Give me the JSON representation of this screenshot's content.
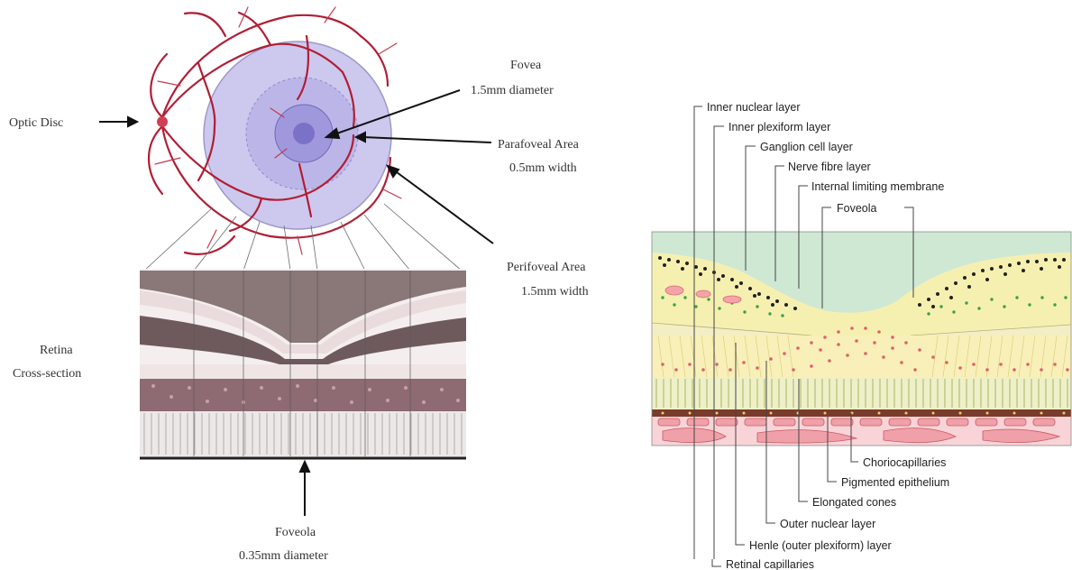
{
  "left_figure": {
    "optic_disc": "Optic Disc",
    "fovea_line1": "Fovea",
    "fovea_line2": "1.5mm diameter",
    "parafoveal_line1": "Parafoveal Area",
    "parafoveal_line2": "0.5mm width",
    "perifoveal_line1": "Perifoveal Area",
    "perifoveal_line2": "1.5mm width",
    "retina_line1": "Retina",
    "retina_line2": "Cross-section",
    "foveola_line1": "Foveola",
    "foveola_line2": "0.35mm diameter"
  },
  "right_figure": {
    "top_labels": [
      "Inner nuclear layer",
      "Inner plexiform layer",
      "Ganglion cell layer",
      "Nerve fibre layer",
      "Internal limiting membrane",
      "Foveola"
    ],
    "bottom_labels": [
      "Choriocapillaries",
      "Pigmented epithelium",
      "Elongated cones",
      "Outer nuclear layer",
      "Henle (outer plexiform) layer",
      "Retinal capillaries"
    ]
  },
  "colors": {
    "vessel": "#b01e35",
    "disc_fill": "#c9c4ec",
    "fovea_fill": "#8d86d6",
    "vitreous": "#cfe8d4",
    "retina_yellow": "#f6f0b0",
    "choroid_pink": "#f6c8cc",
    "dots_pink": "#e0606c",
    "dots_green": "#3aa04a"
  }
}
